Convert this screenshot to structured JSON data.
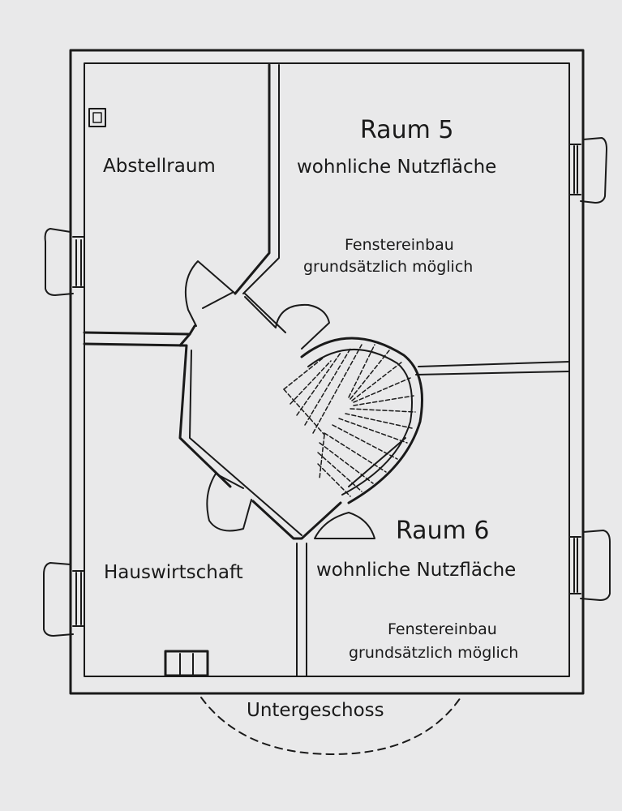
{
  "rooms": {
    "storage": {
      "label": "Abstellraum"
    },
    "room5": {
      "title": "Raum 5",
      "subtitle": "wohnliche Nutzfläche",
      "note_line1": "Fenstereinbau",
      "note_line2": "grundsätzlich möglich"
    },
    "utility": {
      "label": "Hauswirtschaft"
    },
    "room6": {
      "title": "Raum 6",
      "subtitle": "wohnliche Nutzfläche",
      "note_line1": "Fenstereinbau",
      "note_line2": "grundsätzlich möglich"
    }
  },
  "floor": {
    "label": "Untergeschoss"
  },
  "colors": {
    "line": "#1a1a1a",
    "paper": "#e9e9ea"
  }
}
